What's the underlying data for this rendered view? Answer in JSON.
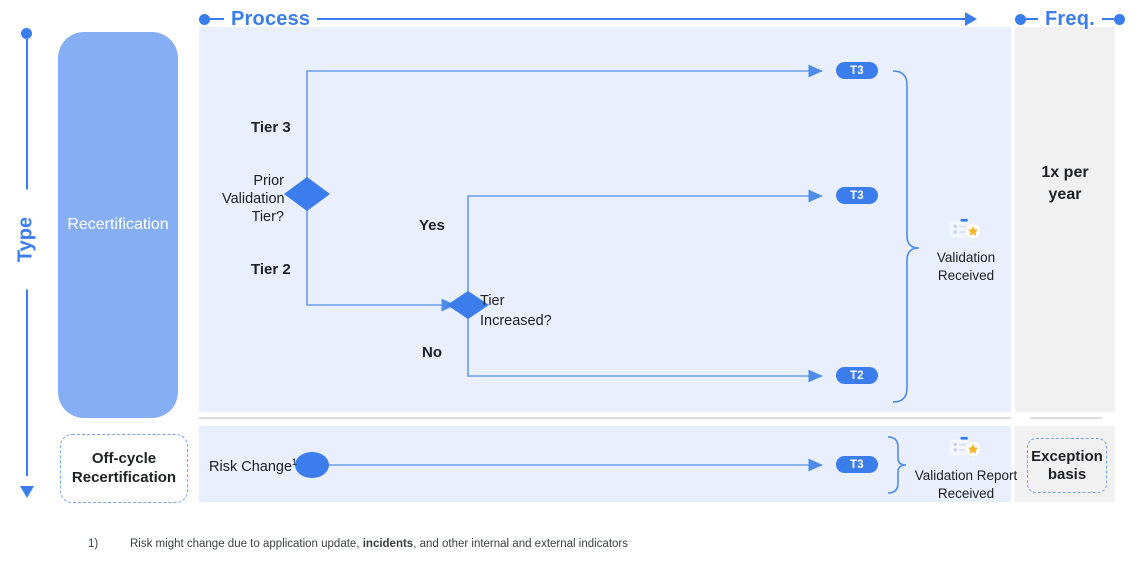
{
  "axes": {
    "process_label": "Process",
    "freq_label": "Freq.",
    "type_label": "Type"
  },
  "type_column": {
    "main": "Recertification",
    "offcycle": "Off-cycle\nRecertification",
    "offcycle_line1": "Off-cycle",
    "offcycle_line2": "Recertification"
  },
  "frequency": {
    "main_line1": "1x per",
    "main_line2": "year",
    "offcycle_line1": "Exception",
    "offcycle_line2": "basis"
  },
  "flow_main": {
    "start_label_line1": "Prior",
    "start_label_line2": "Validation",
    "start_label_line3": "Tier?",
    "branch_tier3": "Tier 3",
    "branch_tier2": "Tier 2",
    "decision2_line1": "Tier",
    "decision2_line2": "Increased?",
    "branch_yes": "Yes",
    "branch_no": "No",
    "badge_top": "T3",
    "badge_mid": "T3",
    "badge_bottom": "T2",
    "outcome_line1": "Validation",
    "outcome_line2": "Received",
    "outcome_icon": "validation-badge-icon"
  },
  "flow_offcycle": {
    "trigger_label": "Risk Change",
    "trigger_footnote_marker": "1",
    "badge": "T3",
    "outcome_line1": "Validation Report",
    "outcome_line2": "Received",
    "outcome_icon": "validation-badge-icon"
  },
  "footnote": {
    "number": "1)",
    "text_part1": "Risk might change due to application update, ",
    "text_bold": "incidents",
    "text_part2": ", and other internal and external indicators"
  },
  "colors": {
    "accent_blue": "#3b7ded",
    "panel_blue": "#e9effc",
    "panel_gray": "#f1f1f1",
    "card_blue": "#86aef4",
    "line_blue": "#6c9ceb"
  }
}
